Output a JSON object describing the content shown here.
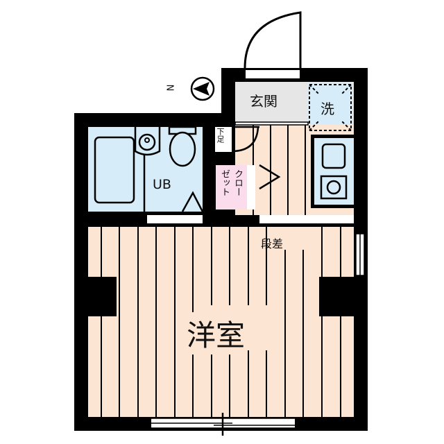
{
  "plan": {
    "rooms": {
      "entrance": {
        "label": "玄関",
        "color": "#e6e6e6"
      },
      "washer": {
        "label": "洗",
        "color": "#d6ecf8"
      },
      "bathroom": {
        "label": "UB",
        "color": "#d6ecf8"
      },
      "shoe_box": {
        "label": "下足",
        "color": "#ffffff"
      },
      "closet": {
        "label": "クローゼット",
        "line1": "クロー",
        "line2": "ゼット",
        "color": "#fadcec"
      },
      "kitchen": {
        "color": "#d6ecf8"
      },
      "western_room": {
        "label": "洋室",
        "color": "#fde5d4"
      },
      "step_note": {
        "label": "段差"
      }
    },
    "compass": {
      "letter": "N",
      "direction": "left"
    },
    "colors": {
      "wall": "#000000",
      "floor": "#fde5d4",
      "wet_area": "#d6ecf8",
      "entrance": "#e6e6e6",
      "closet": "#fadcec"
    }
  }
}
